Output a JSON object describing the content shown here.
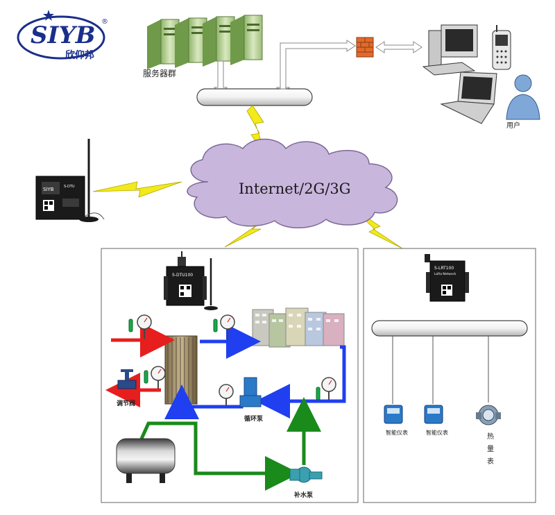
{
  "logo": {
    "text": "SIYB",
    "chinese": "欣仰邦",
    "registered": "®",
    "brand_color": "#1a2f8a"
  },
  "labels": {
    "server_cluster": "服务器群",
    "user": "用户",
    "cloud": "Internet/2G/3G",
    "valve": "调节阀",
    "circulation_pump": "循环泵",
    "makeup_pump": "补水泵",
    "smart_meter_1": "智能仪表",
    "smart_meter_2": "智能仪表",
    "heat_meter": "热量表"
  },
  "devices": {
    "dtu_left_brand": "SIYB",
    "dtu_left_model": "S-DTU",
    "dtu_center_model": "S-DTU100",
    "router_right_model": "S-LRT100",
    "router_right_sub": "LoRa Network"
  },
  "colors": {
    "hot_pipe": "#e61e1e",
    "cold_pipe": "#1f3ff0",
    "water_pipe": "#1a8a1a",
    "lightning": "#f2ea1a",
    "cloud_fill": "#c9b6dd",
    "cloud_stroke": "#7a6a96",
    "firewall": "#e26a2a"
  }
}
